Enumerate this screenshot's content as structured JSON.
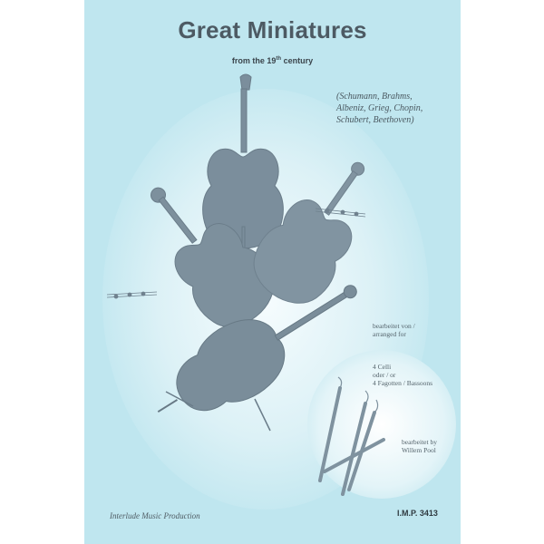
{
  "cover": {
    "title": "Great Miniatures",
    "subtitle_prefix": "from the 19",
    "subtitle_sup": "th",
    "subtitle_suffix": " century",
    "composers": [
      "(Schumann, Brahms,",
      "Albeniz, Grieg, Chopin,",
      "Schubert, Beethoven)"
    ],
    "arranged": [
      "bearbeitet von /",
      "arranged for"
    ],
    "instruments": [
      "4 Celli",
      "oder / or",
      "4 Fagotten / Bassoons"
    ],
    "editor": [
      "bearbeitet by",
      "Willem Pool"
    ],
    "publisher": "Interlude Music Production",
    "catalog": "I.M.P. 3413"
  },
  "colors": {
    "background": "#bfe6ef",
    "oval_center": "#f4fbfd",
    "instrument": "#7b8e9c",
    "text": "#4d5a63"
  },
  "icons": [
    "cello-icon",
    "bassoon-icon",
    "music-notes-icon"
  ]
}
